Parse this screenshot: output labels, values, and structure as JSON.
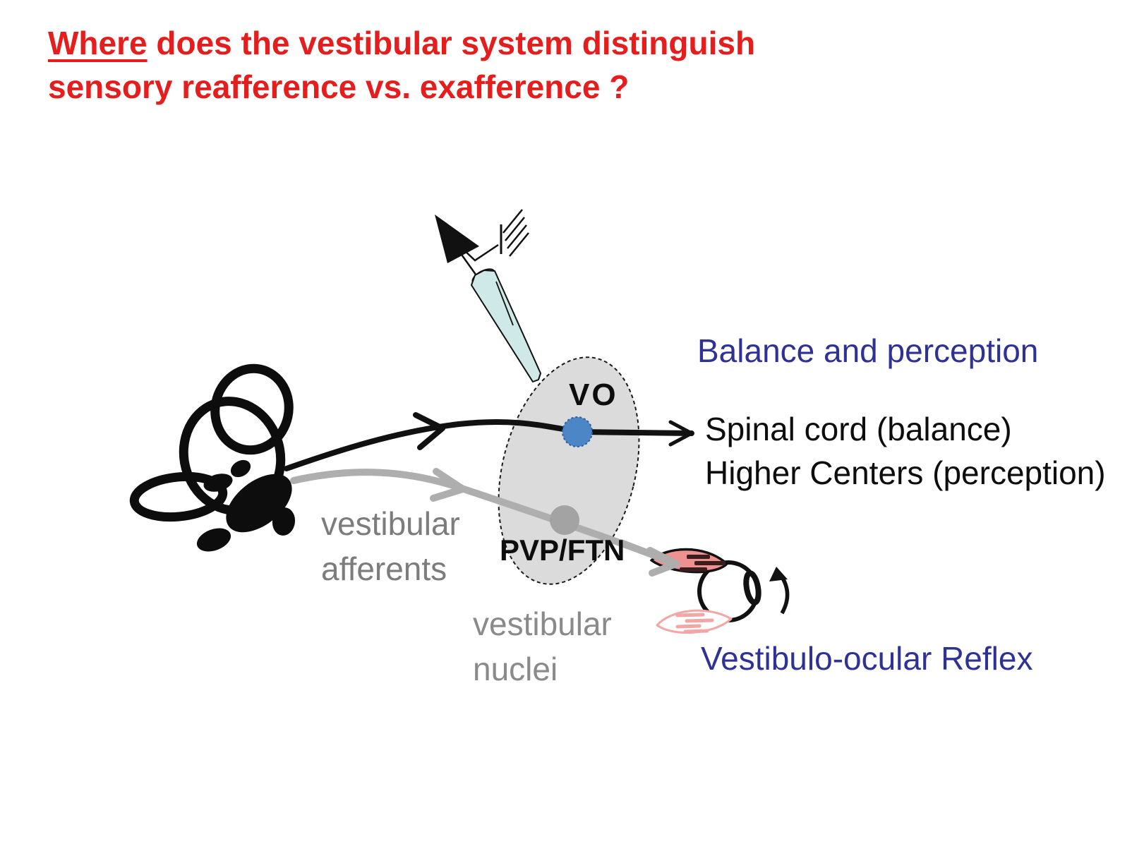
{
  "slide": {
    "title": {
      "line1_underlined": "Where",
      "line1_rest": " does the vestibular system distinguish",
      "line2": "sensory reafference vs. exafference ?"
    }
  },
  "diagram": {
    "afferents_label": {
      "line1": "vestibular",
      "line2": "afferents"
    },
    "nuclei_label": {
      "line1": "vestibular",
      "line2": "nuclei"
    },
    "neurons": {
      "vo": "VO",
      "pvp_ftn": "PVP/FTN"
    },
    "outputs": {
      "balance_heading": "Balance and perception",
      "spinal_cord": "Spinal cord (balance)",
      "higher_centers": "Higher Centers (perception)",
      "vor_heading": "Vestibulo-ocular Reflex"
    },
    "icons": {
      "semicircular_canals": "semicircular-canals-pictogram",
      "recording_electrode": "recording-electrode-pipette",
      "ground_symbol": "ground-reference-symbol",
      "eye": "eye-with-extraocular-muscles-pictogram",
      "rotation_arrow": "eye-rotation-arrow"
    },
    "colors": {
      "title_red": "#e51d1d",
      "heading_navy": "#2f3294",
      "gray_label": "#7c7c7c",
      "gray_pathway": "#aeaeae",
      "black_pathway": "#111111",
      "nuclei_fill": "#dbdbdb",
      "vo_neuron": "#4d86c6",
      "pvp_neuron": "#a3a3a3",
      "pipette_fill": "#cfe9e9",
      "muscle_dark_pink": "#ee9191",
      "muscle_stripe_dark": "#3c1d1d",
      "muscle_light_pink": "#f2a6a6"
    }
  }
}
